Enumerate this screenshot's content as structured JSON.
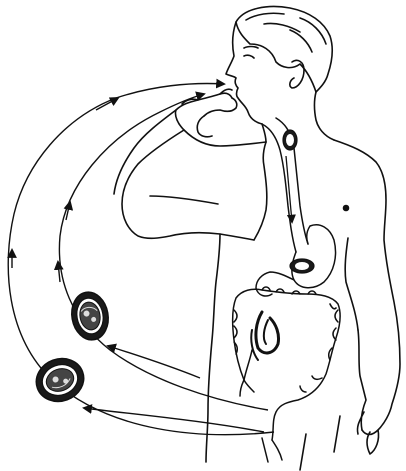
{
  "diagram": {
    "subject": "human-figure",
    "stroke_color": "#111111",
    "background_color": "#ffffff",
    "egg_fill_color": "#1a1a1a",
    "loops": [
      {
        "name": "outer-transmission-loop"
      },
      {
        "name": "middle-transmission-loop"
      },
      {
        "name": "inner-ingestion-path"
      }
    ],
    "eggs": [
      {
        "name": "egg-upper"
      },
      {
        "name": "egg-lower"
      },
      {
        "name": "egg-in-esophagus"
      },
      {
        "name": "egg-in-stomach"
      }
    ],
    "icons": [
      "arrowhead-icon",
      "egg-icon"
    ]
  }
}
